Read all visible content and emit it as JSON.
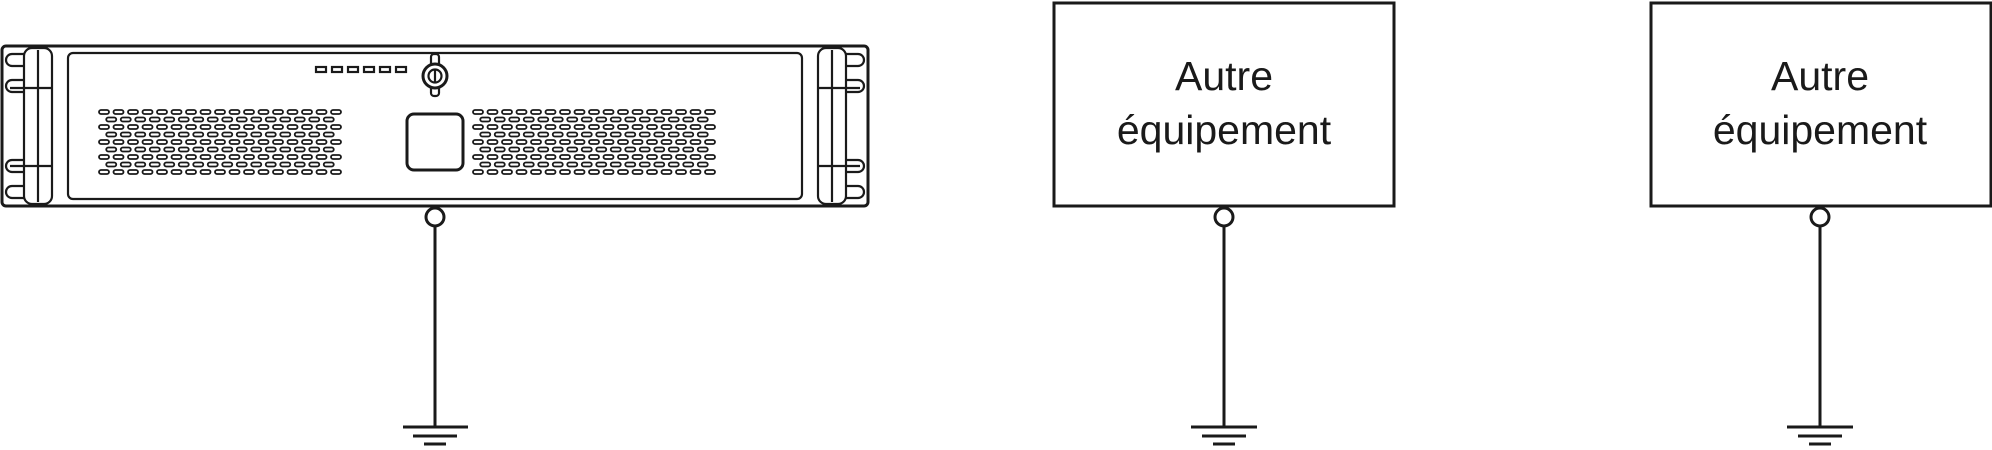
{
  "diagram": {
    "server": {
      "name": "rack-server"
    },
    "equipment": [
      {
        "label_line1": "Autre",
        "label_line2": "équipement"
      },
      {
        "label_line1": "Autre",
        "label_line2": "équipement"
      }
    ],
    "colors": {
      "stroke": "#1a1a1a",
      "background": "#ffffff"
    }
  }
}
